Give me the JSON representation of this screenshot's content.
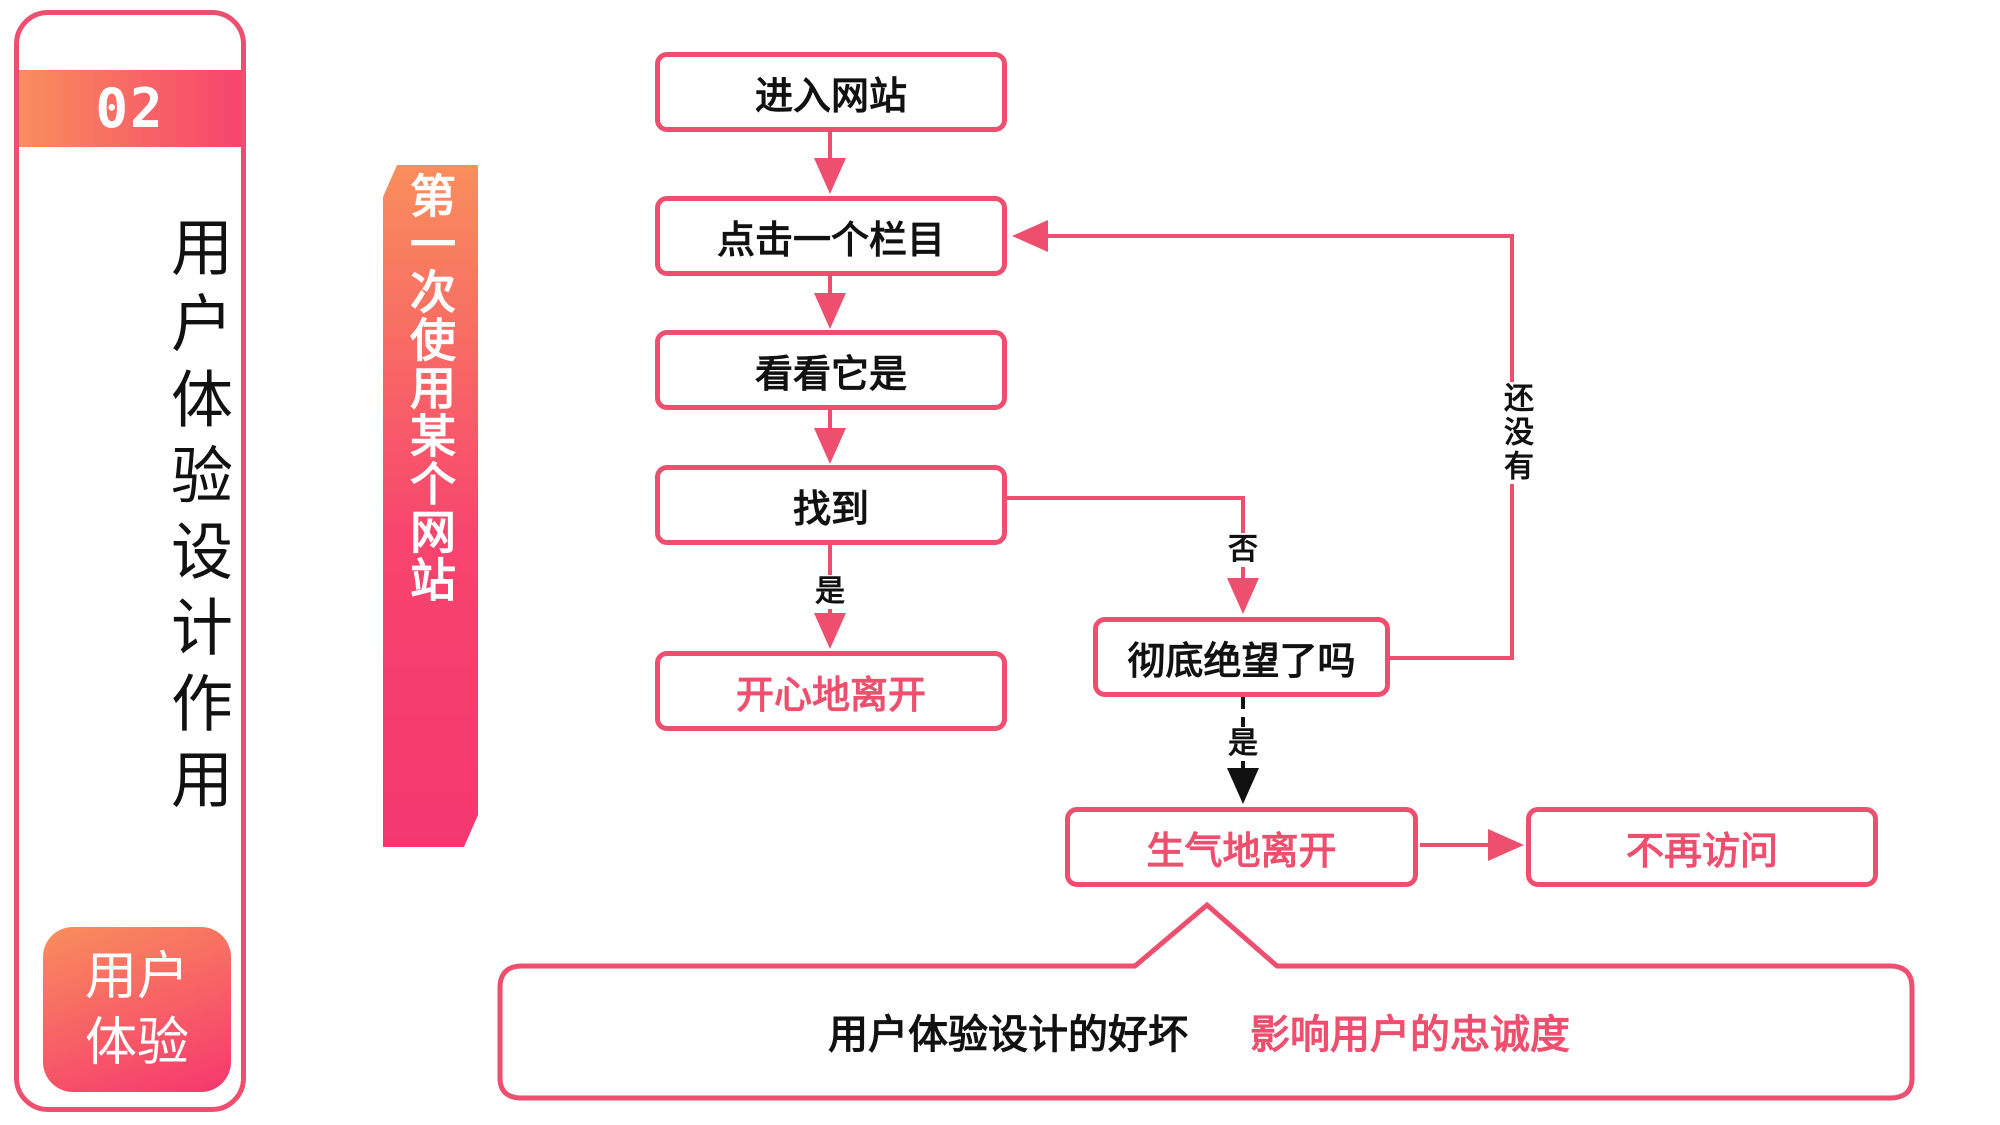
{
  "panel": {
    "section_number": "02",
    "section_title": "用户体验设计作用",
    "tag_label": "用户体验"
  },
  "ribbon": {
    "title": "第一次使用某个网站"
  },
  "flow": {
    "enter_site": "进入网站",
    "click_column": "点击一个栏目",
    "look_around": "看看它是",
    "found": "找到",
    "leave_happy": "开心地离开",
    "despair": "彻底绝望了吗",
    "leave_angry": "生气地离开",
    "no_return": "不再访问",
    "label_yes_left": "是",
    "label_no": "否",
    "label_yes_right": "是",
    "label_not_yet": "还没有"
  },
  "callout": {
    "left_text": "用户体验设计的好坏",
    "right_text": "影响用户的忠诚度"
  },
  "colors": {
    "accent": "#ee4f6e",
    "gradient_start": "#f98e5c",
    "gradient_end": "#f5376f",
    "text": "#111111"
  }
}
